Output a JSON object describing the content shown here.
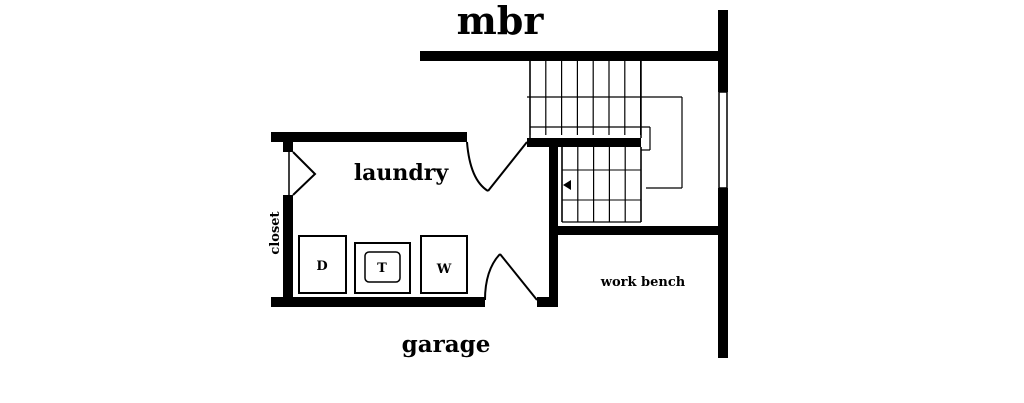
{
  "labels": {
    "mbr": "mbr",
    "laundry": "laundry",
    "closet": "closet",
    "garage": "garage",
    "work_bench": "work bench"
  },
  "fixtures": {
    "dryer": "D",
    "tub": "T",
    "washer": "W"
  },
  "colors": {
    "wall": "#000000",
    "background": "#ffffff"
  }
}
